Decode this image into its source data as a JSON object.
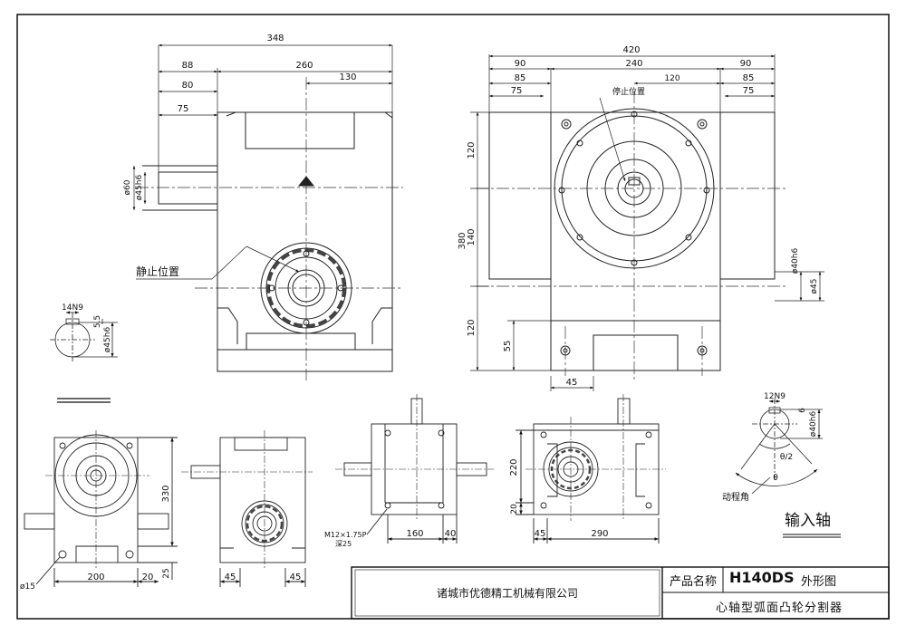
{
  "drawing": {
    "title_block": {
      "company": "诸城市优德精工机械有限公司",
      "product_label": "产品名称",
      "model": "H140DS",
      "view_type": "外形图",
      "product_name": "心轴型弧面凸轮分割器"
    },
    "labels": {
      "stop_position_left": "静止位置",
      "stop_position_right": "停止位置",
      "motion_angle": "动程角",
      "input_shaft": "输入轴",
      "theta": "θ",
      "theta_half": "θ/2",
      "thread_spec": "M12×1.75P",
      "thread_depth": "深25"
    },
    "dimensions": {
      "left_view": {
        "overall_width": "348",
        "d88": "88",
        "d260": "260",
        "d80": "80",
        "d130": "130",
        "d75": "75",
        "shaft_dia_60": "ø60",
        "shaft_dia_45h6": "ø45h6"
      },
      "right_view": {
        "overall_width": "420",
        "d90_left": "90",
        "d240": "240",
        "d90_right": "90",
        "d85_left": "85",
        "d120_top": "120",
        "d85_right": "85",
        "d75_left": "75",
        "d75_right": "75",
        "height_380": "380",
        "v120_top": "120",
        "v140": "140",
        "v120_bottom": "120",
        "v55": "55",
        "h45": "45",
        "shaft_dia_40h6": "ø40h6",
        "shaft_dia_45": "ø45"
      },
      "key_detail_left": {
        "key_width": "14N9",
        "key_depth": "5.5",
        "dia": "ø45h6"
      },
      "key_detail_right": {
        "key_width": "12N9",
        "key_depth": "6",
        "dia": "ø40h6"
      },
      "bottom_views": {
        "height_330": "330",
        "width_200": "200",
        "d20_a": "20",
        "d25": "25",
        "dia_15": "ø15",
        "d45_a": "45",
        "d45_b": "45",
        "d160": "160",
        "d40": "40",
        "v220": "220",
        "v20": "20",
        "d45_c": "45",
        "d290": "290"
      }
    }
  }
}
